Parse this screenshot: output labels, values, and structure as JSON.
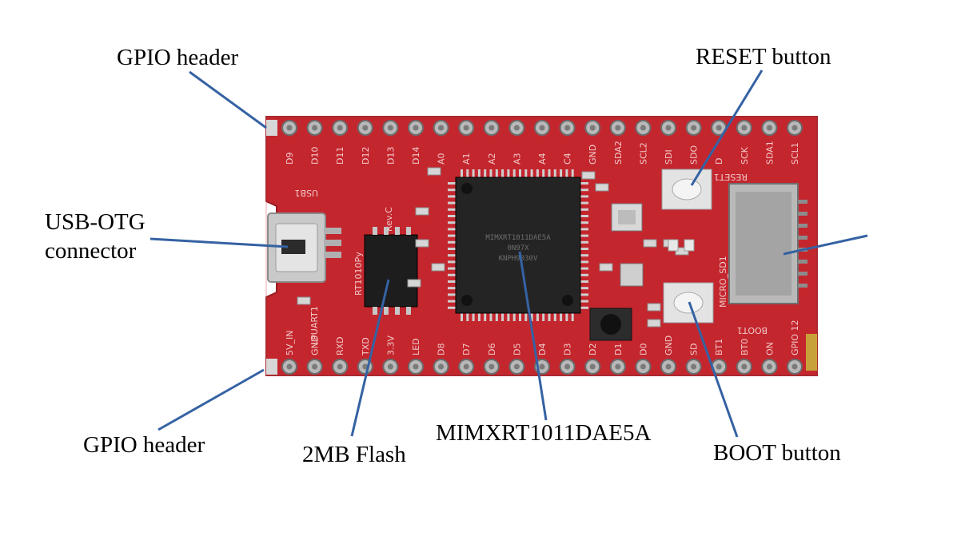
{
  "labels": {
    "gpio_header_top": "GPIO header",
    "reset_button": "RESET button",
    "usb_otg_line1": "USB-OTG",
    "usb_otg_line2": "connector",
    "gpio_header_bottom": "GPIO header",
    "flash": "2MB Flash",
    "mcu": "MIMXRT1011DAE5A",
    "boot_button": "BOOT button"
  },
  "board": {
    "pcb_color": "#c4262e",
    "callout_color": "#3562a3",
    "silkscreen": {
      "top_pins": [
        "D9",
        "D10",
        "D11",
        "D12",
        "D13",
        "D14",
        "A0",
        "A1",
        "A2",
        "A3",
        "A4",
        "C4",
        "GND",
        "SDA2",
        "SCL2",
        "SDI",
        "SDO",
        "D",
        "SCK",
        "SDA1",
        "SCL1"
      ],
      "bottom_pins": [
        "5V_IN",
        "GND",
        "RXD",
        "TXD",
        "3.3V",
        "LED",
        "D8",
        "D7",
        "D6",
        "D5",
        "D4",
        "D3",
        "D2",
        "D1",
        "D0",
        "GND",
        "SD",
        "BT1",
        "BT0",
        "ON",
        "GPIO 12"
      ],
      "board_name": "RT1010Py",
      "revision": "Rev.C",
      "usb_ref": "USB1",
      "reset_ref": "RESET1",
      "boot_ref": "BOOT1",
      "sd_ref": "MICRO_SD1",
      "uart_ref": "LPUART1",
      "chip_marking": [
        "MIMXRT1011DAE5A",
        "0N97X",
        "KNPH9030V"
      ]
    }
  }
}
